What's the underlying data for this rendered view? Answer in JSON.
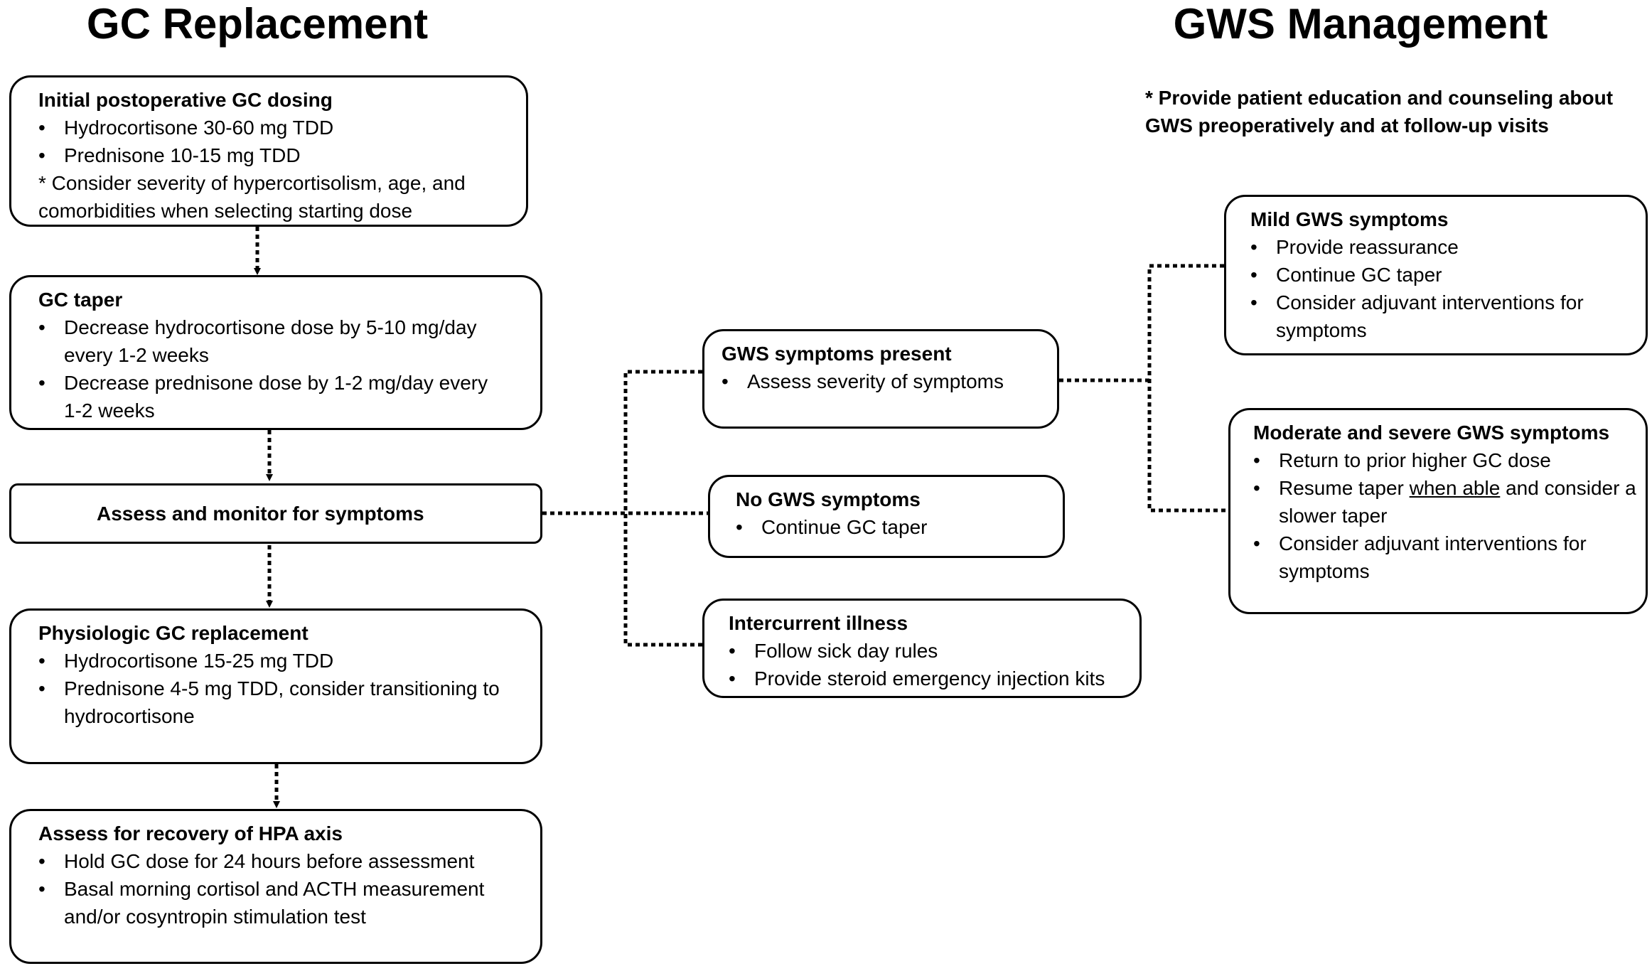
{
  "headings": {
    "left": "GC Replacement",
    "right": "GWS Management"
  },
  "note": "* Provide patient education and counseling about GWS preoperatively and at follow-up visits",
  "boxes": {
    "initial": {
      "title": "Initial postoperative GC dosing",
      "items": [
        "Hydrocortisone 30-60 mg TDD",
        "Prednisone 10-15 mg TDD"
      ],
      "note": "* Consider severity of hypercortisolism, age, and comorbidities when selecting starting dose"
    },
    "taper": {
      "title": "GC taper",
      "items": [
        "Decrease hydrocortisone dose by 5-10 mg/day every 1-2 weeks",
        "Decrease prednisone dose by 1-2 mg/day every 1-2 weeks"
      ]
    },
    "monitor": {
      "title": "Assess and monitor for symptoms"
    },
    "physiologic": {
      "title": "Physiologic GC replacement",
      "items": [
        "Hydrocortisone 15-25 mg TDD",
        "Prednisone 4-5 mg TDD, consider transitioning to hydrocortisone"
      ]
    },
    "recovery": {
      "title": "Assess for recovery of HPA axis",
      "items": [
        "Hold GC dose for 24 hours before assessment",
        "Basal morning cortisol and ACTH measurement and/or cosyntropin stimulation test"
      ]
    },
    "present": {
      "title": "GWS symptoms present",
      "items": [
        "Assess severity of symptoms"
      ]
    },
    "none": {
      "title": "No GWS symptoms",
      "items": [
        "Continue GC taper"
      ]
    },
    "illness": {
      "title": "Intercurrent illness",
      "items": [
        "Follow sick day rules",
        "Provide steroid emergency injection kits"
      ]
    },
    "mild": {
      "title": "Mild GWS symptoms",
      "items": [
        "Provide reassurance",
        "Continue GC taper",
        "Consider adjuvant interventions for symptoms"
      ]
    },
    "severe": {
      "title": "Moderate and severe GWS symptoms",
      "items": [
        "Return to prior higher GC dose"
      ],
      "resume_prefix": "Resume taper ",
      "resume_underlined": "when able",
      "resume_suffix": " and consider a slower taper",
      "items_after": [
        "Consider adjuvant interventions for symptoms"
      ]
    }
  }
}
